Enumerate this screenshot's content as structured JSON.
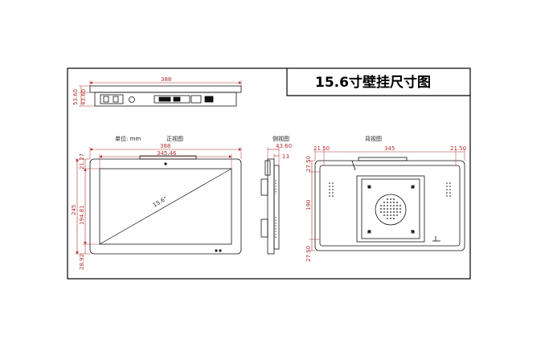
{
  "title": "15.6寸壁挂尺寸图",
  "labels": {
    "unit": "单位: mm",
    "front": "正视图",
    "side": "侧视图",
    "back": "背视图",
    "diagonal": "15.6\""
  },
  "top_view": {
    "width": "388",
    "h1": "53.60",
    "h2": "43.60"
  },
  "front_view": {
    "outer_width": "388",
    "inner_width": "345.46",
    "top_margin": "21.27",
    "outer_height": "245",
    "inner_height": "194.81",
    "bottom_margin": "28.92"
  },
  "side_view": {
    "depth": "43.60",
    "bezel": "13"
  },
  "back_view": {
    "left_margin": "21.50",
    "width": "345",
    "right_margin": "21.50",
    "top_margin": "27.50",
    "height": "190",
    "bottom_margin": "27.50"
  },
  "colors": {
    "dimension": "#b03030",
    "line": "#111111",
    "frame": "#000000"
  }
}
